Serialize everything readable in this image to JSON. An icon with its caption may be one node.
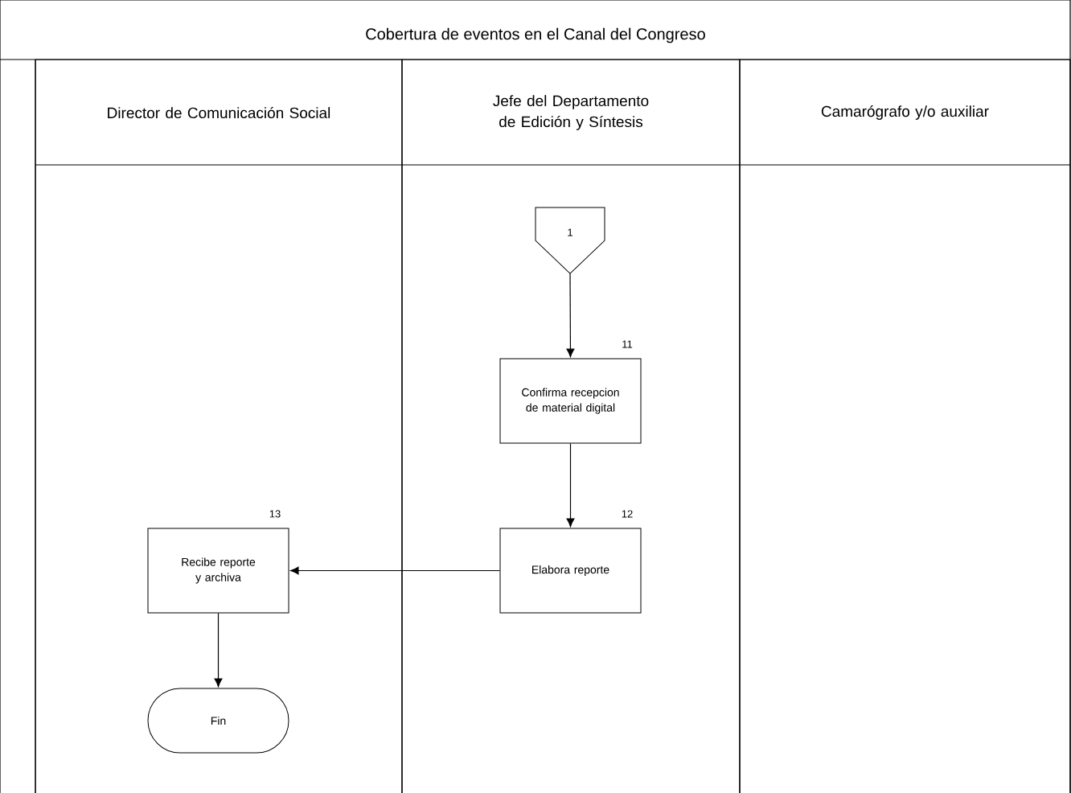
{
  "diagram": {
    "title": "Cobertura de eventos en el Canal del Congreso",
    "nodes": [
      {
        "text": [
          "Director de Comunicación Social"
        ]
      },
      {
        "text": [
          "Jefe del Departamento de Edición y Síntesis"
        ]
      },
      {
        "text": [
          "Camarógrafo y/o auxiliar"
        ]
      },
      {
        "text": [
          "1"
        ],
        "in": 1
      },
      {
        "text": [
          "Confirma recepcion de material digital"
        ],
        "in": 1,
        "beside": [
          "11"
        ]
      },
      {
        "text": [
          "Elabora reporte"
        ],
        "in": 1,
        "beside": [
          "12"
        ]
      },
      {
        "text": [
          "Recibe reporte y archiva"
        ],
        "in": 0,
        "beside": [
          "13"
        ]
      },
      {
        "text": [
          "Fin"
        ],
        "in": 0
      }
    ],
    "edges": [
      {
        "from": 3,
        "to": 4,
        "arrow": "to"
      },
      {
        "from": 4,
        "to": 5,
        "arrow": "to"
      },
      {
        "from": 5,
        "to": 6,
        "arrow": "to"
      },
      {
        "from": 6,
        "to": 7,
        "arrow": "to"
      }
    ]
  }
}
